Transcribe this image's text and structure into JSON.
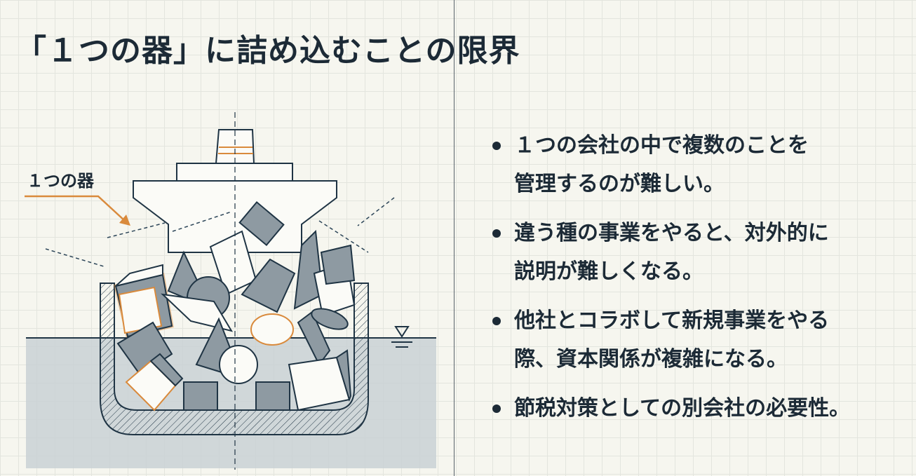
{
  "title": "「１つの器」に詰め込むことの限界",
  "illustration": {
    "label": "１つの器",
    "colors": {
      "accent": "#d98a3c",
      "line": "#1f3444",
      "fill": "#8e9aa2",
      "water": "#c9d1d5"
    }
  },
  "bullets": [
    {
      "line1": "１つの会社の中で複数のことを",
      "line2": "管理するのが難しい。"
    },
    {
      "line1": "違う種の事業をやると、対外的に",
      "line2": "説明が難しくなる。"
    },
    {
      "line1": "他社とコラボして新規事業をやる",
      "line2": "際、資本関係が複雑になる。"
    },
    {
      "line1": "節税対策としての別会社の必要性。",
      "line2": ""
    }
  ]
}
